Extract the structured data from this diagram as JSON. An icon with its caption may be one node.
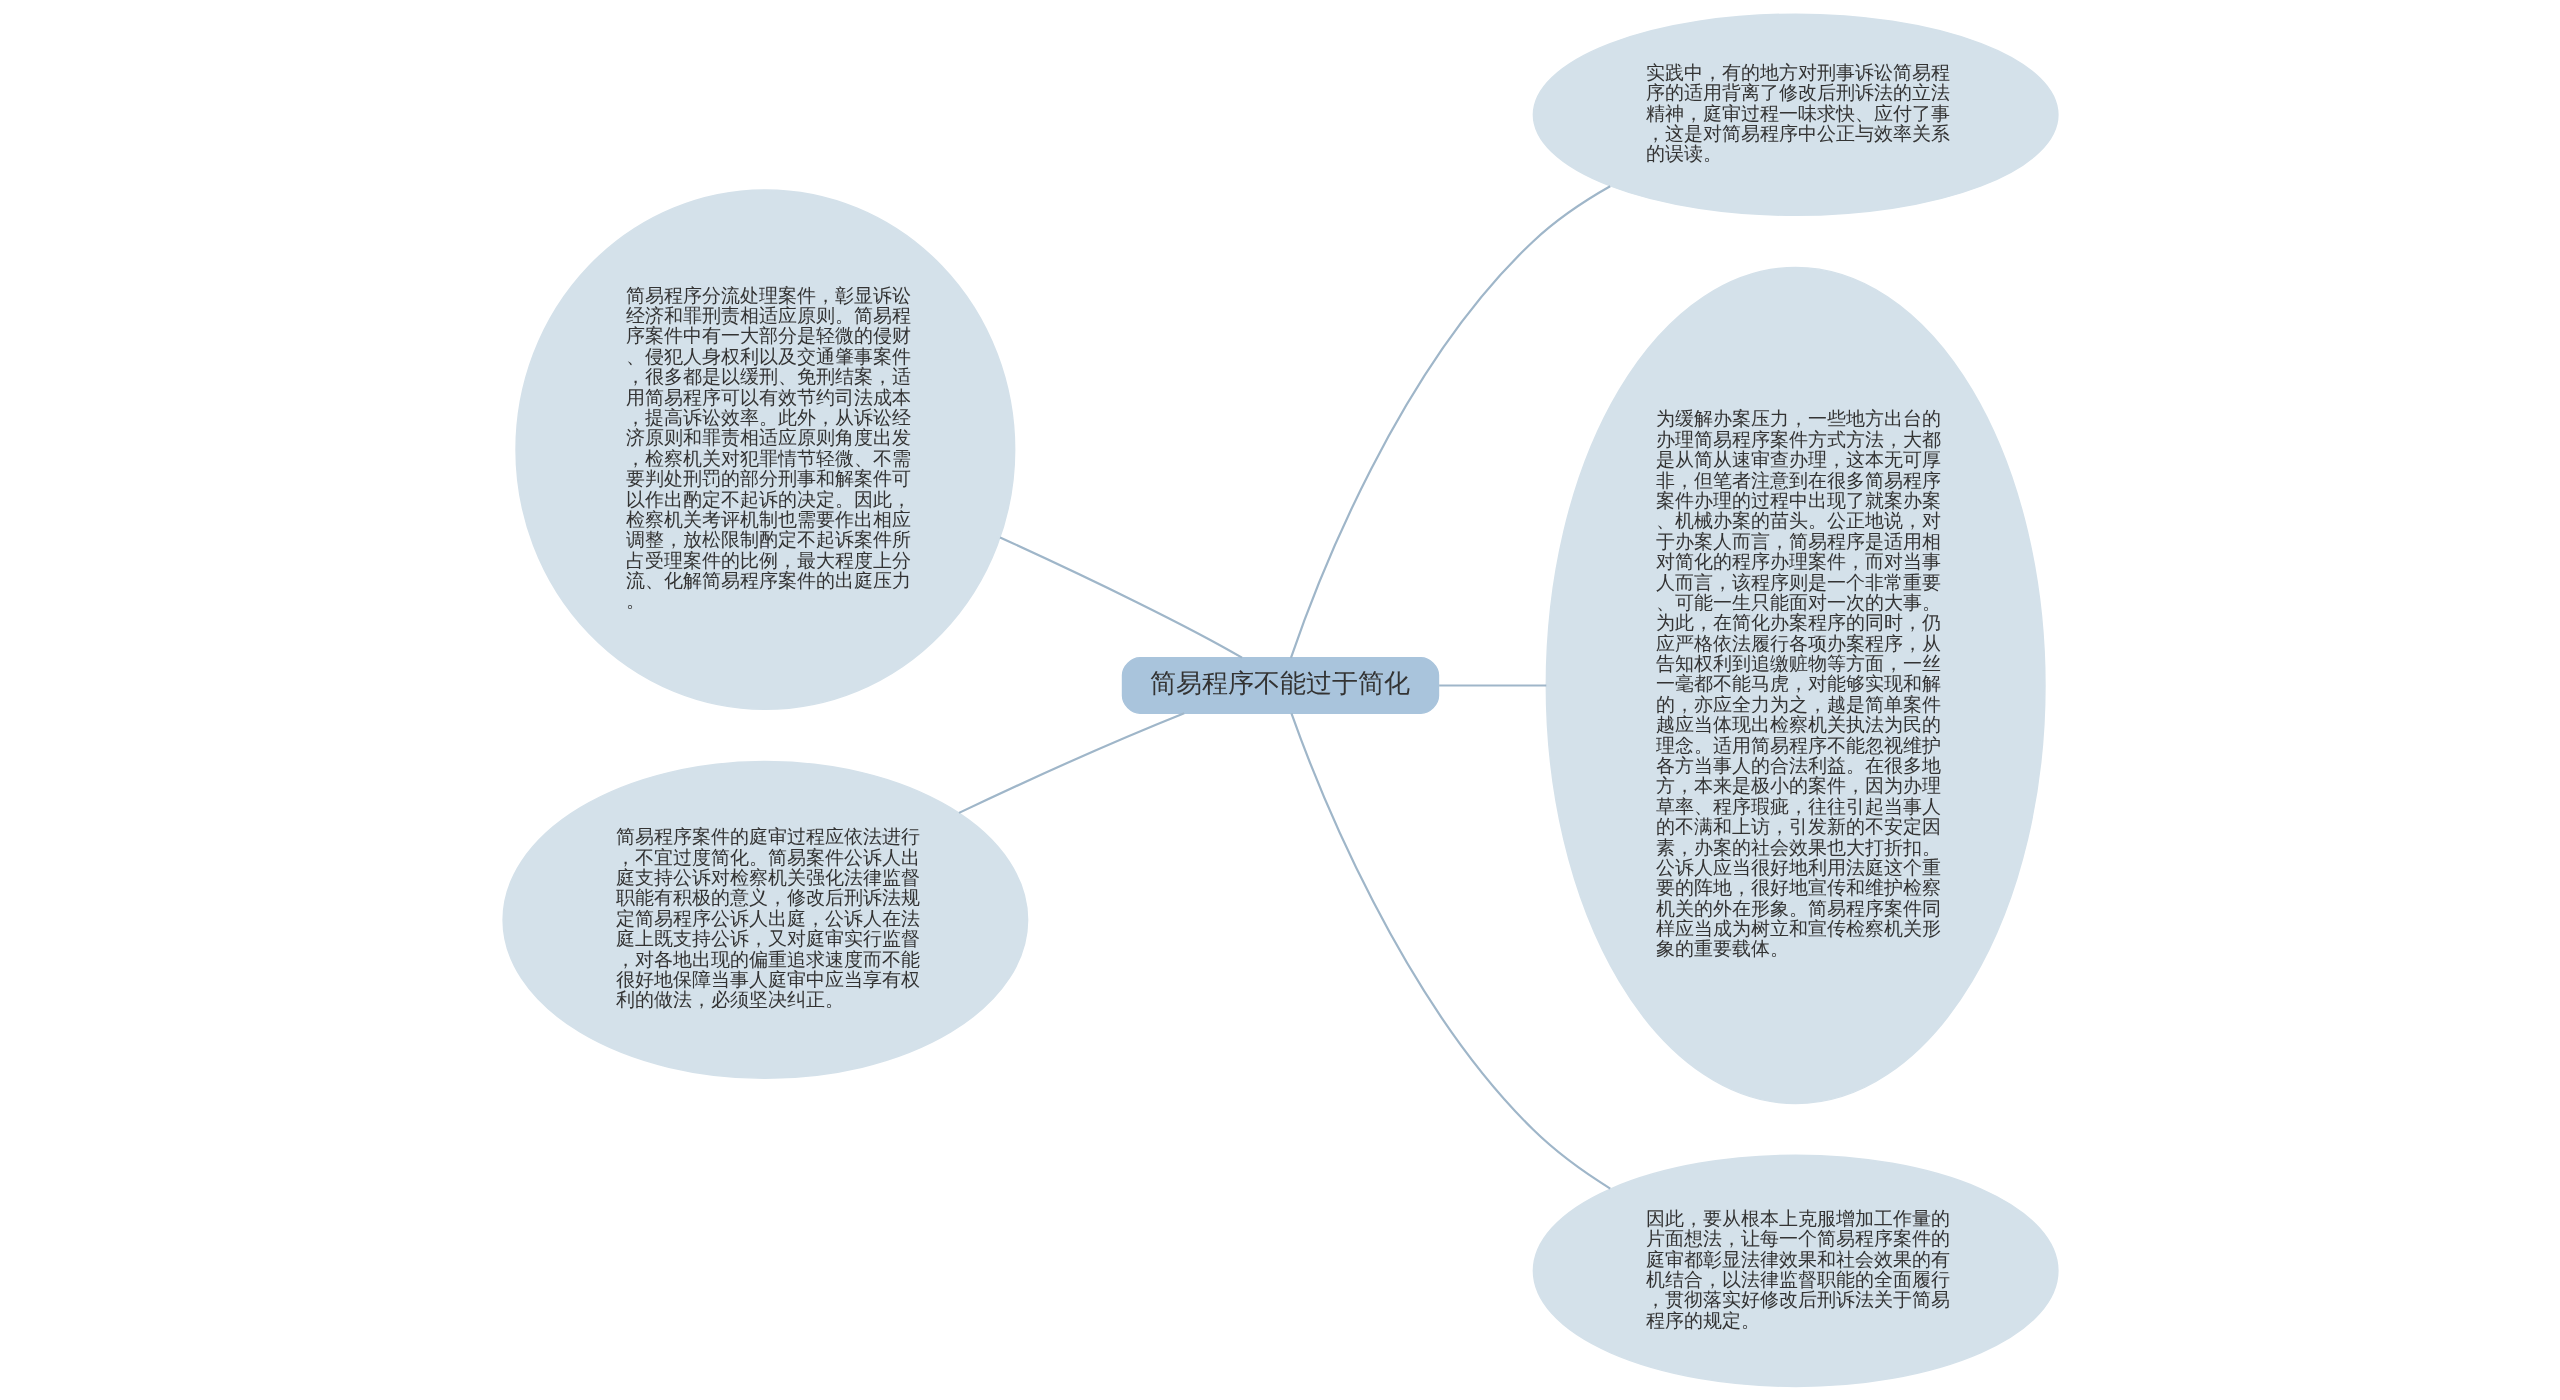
{
  "diagram": {
    "nodes": [
      {
        "text": [
          "简易程序不能过于简化"
        ]
      },
      {
        "text": [
          "实践中，有的地方对刑事诉讼简易程序的适用背离了修改后刑诉法的立法精神，庭审过程一味求快、应付了事，这是对简易程序中公正与效率关系的误读。"
        ]
      },
      {
        "text": [
          "为缓解办案压力，一些地方出台的办理简易程序案件方式方法，大都是从简从速审查办理，这本无可厚非，但笔者注意到在很多简易程序案件办理的过程中出现了就案办案、机械办案的苗头。公正地说，对于办案人而言，简易程序是适用相对简化的程序办理案件，而对当事人而言，该程序则是一个非常重要、可能一生只能面对一次的大事。为此，在简化办案程序的同时，仍应严格依法履行各项办案程序，从告知权利到追缴赃物等方面，一丝一毫都不能马虎，对能够实现和解的，亦应全力为之，越是简单案件越应当体现出检察机关执法为民的理念。适用简易程序不能忽视维护各方当事人的合法利益。在很多地方，本来是极小的案件，因为办理草率、程序瑕疵，往往引起当事人的不满和上访，引发新的不安定因素，办案的社会效果也大打折扣。公诉人应当很好地利用法庭这个重要的阵地，很好地宣传和维护检察机关的外在形象。简易程序案件同样应当成为树立和宣传检察机关形象的重要载体。"
        ]
      },
      {
        "text": [
          "因此，要从根本上克服增加工作量的片面想法，让每一个简易程序案件的庭审都彰显法律效果和社会效果的有机结合，以法律监督职能的全面履行，贯彻落实好修改后刑诉法关于简易程序的规定。"
        ]
      },
      {
        "text": [
          "简易程序分流处理案件，彰显诉讼经济和罪刑责相适应原则。简易程序案件中有一大部分是轻微的侵财、侵犯人身权利以及交通肇事案件，很多都是以缓刑、免刑结案，适用简易程序可以有效节约司法成本，提高诉讼效率。此外，从诉讼经济原则和罪责相适应原则角度出发，检察机关对犯罪情节轻微、不需要判处刑罚的部分刑事和解案件可以作出酌定不起诉的决定。因此，检察机关考评机制也需要作出相应调整，放松限制酌定不起诉案件所占受理案件的比例，最大程度上分流、化解简易程序案件的出庭压力。"
        ]
      },
      {
        "text": [
          "简易程序案件的庭审过程应依法进行，不宜过度简化。简易案件公诉人出庭支持公诉对检察机关强化法律监督职能有积极的意义，修改后刑诉法规定简易程序公诉人出庭，公诉人在法庭上既支持公诉，又对庭审实行监督，对各地出现的偏重追求速度而不能很好地保障当事人庭审中应当享有权利的做法，必须坚决纠正。"
        ]
      }
    ],
    "edges": [
      {
        "from": 0,
        "to": 1,
        "arrow": "none"
      },
      {
        "from": 0,
        "to": 2,
        "arrow": "none"
      },
      {
        "from": 0,
        "to": 3,
        "arrow": "none"
      },
      {
        "from": 0,
        "to": 4,
        "arrow": "none"
      },
      {
        "from": 0,
        "to": 5,
        "arrow": "none"
      }
    ]
  }
}
